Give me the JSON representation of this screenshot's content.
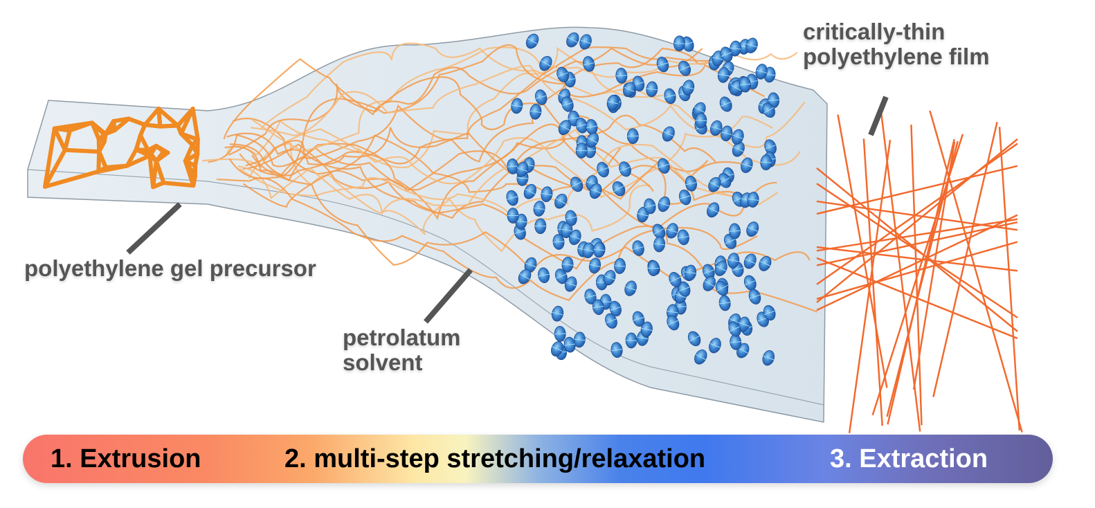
{
  "labels": {
    "film_line1": "critically-thin",
    "film_line2": "polyethylene film",
    "gel": "polyethylene gel precursor",
    "solvent_line1": "petrolatum",
    "solvent_line2": "solvent"
  },
  "steps": [
    {
      "label": "1. Extrusion",
      "color": "#000000"
    },
    {
      "label": "2. multi-step stretching/relaxation",
      "color": "#000000"
    },
    {
      "label": "3. Extraction",
      "color": "#ffffff"
    }
  ],
  "colors": {
    "fiber": "#f26a2e",
    "gel": "#f08a22",
    "crystal": "#2f6fc6",
    "slab": "#dfe8ef",
    "label": "#555555"
  }
}
